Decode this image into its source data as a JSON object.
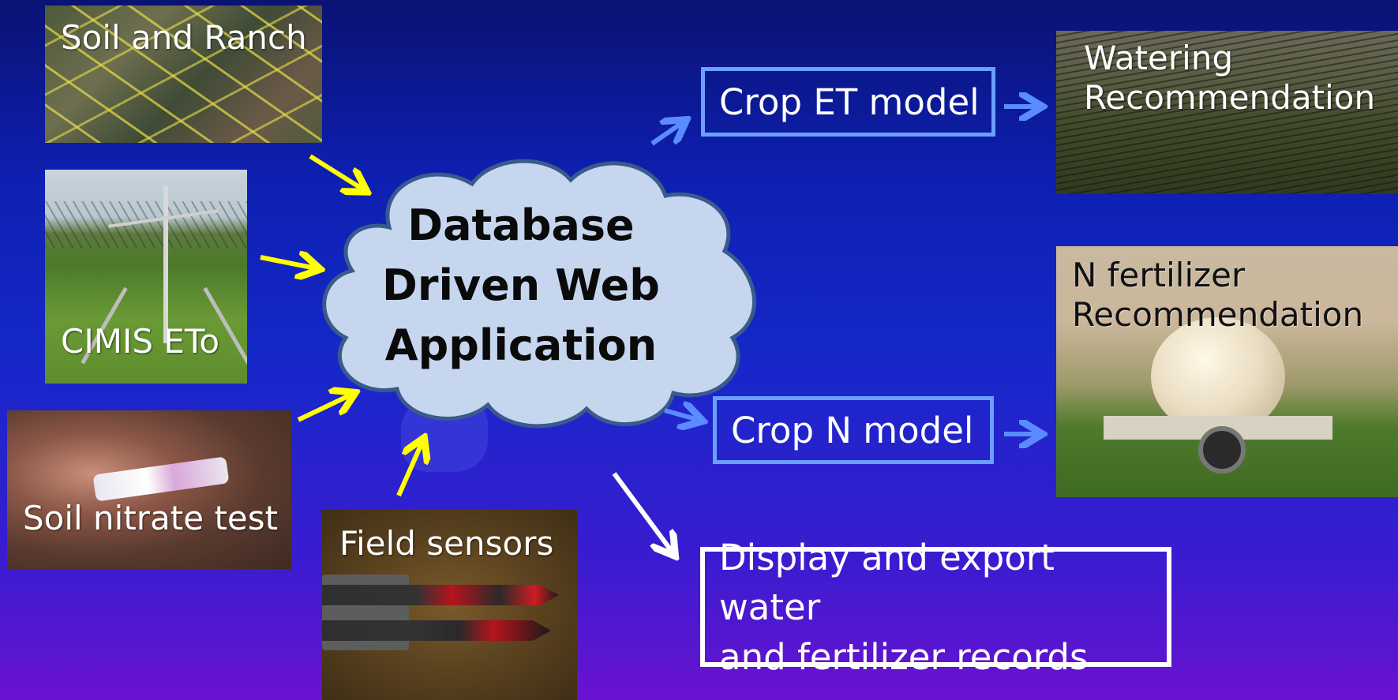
{
  "center": {
    "lines": [
      "Database",
      "Driven Web",
      "Application"
    ]
  },
  "inputs": {
    "soil_ranch": "Soil and Ranch",
    "cimis": "CIMIS ETo",
    "nitrate": "Soil nitrate test",
    "sensors": "Field sensors"
  },
  "models": {
    "crop_et": "Crop ET model",
    "crop_n": "Crop N model"
  },
  "outputs": {
    "watering": [
      "Watering",
      "Recommendation"
    ],
    "fertilizer": [
      "N fertilizer",
      "Recommendation"
    ],
    "display": [
      "Display and export water",
      "and fertilizer records"
    ]
  },
  "colors": {
    "input_arrow": "#ffff00",
    "model_arrow": "#5b8cff",
    "box_border": "#6aa0ff",
    "cloud_fill": "#c5d6ee",
    "cloud_stroke": "#3a5a8c",
    "display_arrow": "#ffffff"
  }
}
